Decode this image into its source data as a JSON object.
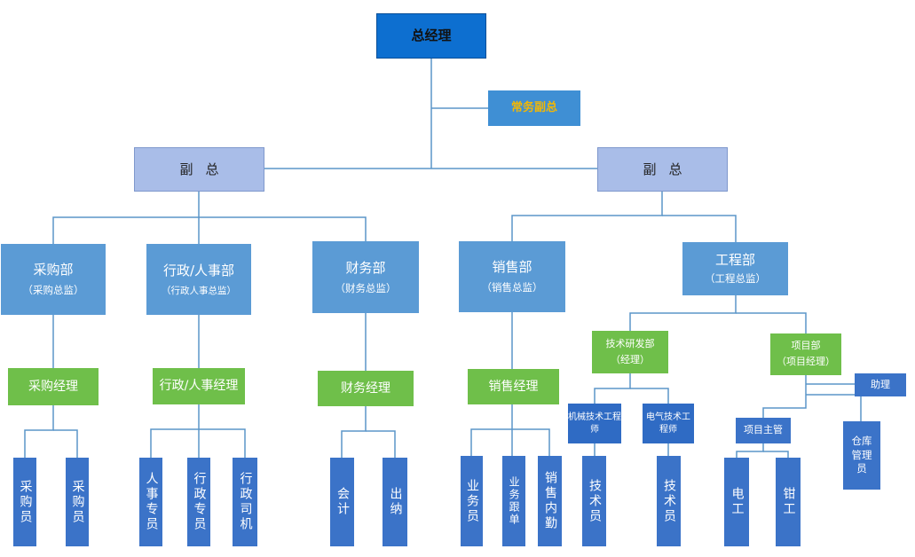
{
  "ceo": "总经理",
  "exec_vp": "常务副总",
  "vp_left": "副总",
  "vp_right": "副总",
  "depts": {
    "purchasing": {
      "name": "采购部",
      "head": "（采购总监）",
      "manager": "采购经理",
      "staff": [
        "采购员",
        "采购员"
      ]
    },
    "admin_hr": {
      "name": "行政/人事部",
      "head": "（行政人事总监）",
      "manager": "行政/人事经理",
      "staff": [
        "人事专员",
        "行政专员",
        "行政司机"
      ]
    },
    "finance": {
      "name": "财务部",
      "head": "（财务总监）",
      "manager": "财务经理",
      "staff": [
        "会计",
        "出纳"
      ]
    },
    "sales": {
      "name": "销售部",
      "head": "（销售总监）",
      "manager": "销售经理",
      "staff": [
        "业务员",
        "业务跟单",
        "销售内勤"
      ]
    },
    "engineering": {
      "name": "工程部",
      "head": "（工程总监）"
    }
  },
  "tech_rd": {
    "name": "技术研发部",
    "head": "（经理）"
  },
  "mech_engineer": "机械技术工程师",
  "elec_engineer": "电气技术工程师",
  "technicians": [
    "技术员",
    "技术员"
  ],
  "project_dept": {
    "name": "项目部",
    "head": "（项目经理）"
  },
  "assistant": "助理",
  "project_supervisor": "项目主管",
  "warehouse_keeper": "仓库管理员",
  "electrician": "电工",
  "fitter": "钳工",
  "colors": {
    "ceo": "#0d6fd0",
    "vp": "#a9bde8",
    "dept": "#5b9bd5",
    "manager": "#6fbf4a",
    "staff": "#3b73c8",
    "lines": "#5b95c9"
  }
}
